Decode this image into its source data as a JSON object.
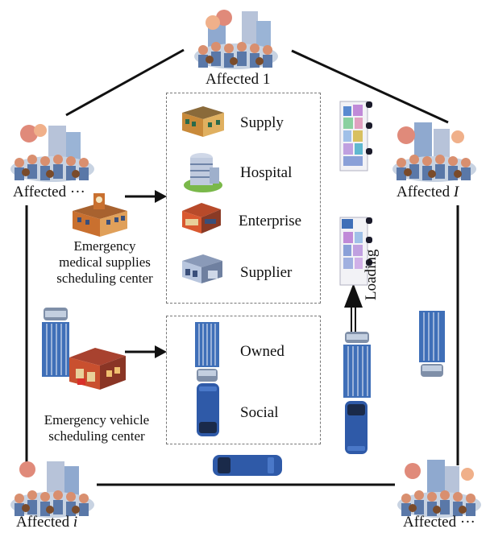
{
  "nodes": {
    "top": {
      "label": "Affected 1"
    },
    "left_upper": {
      "label": "Affected ···"
    },
    "right_upper": {
      "label_prefix": "Affected ",
      "label_italic": "I"
    },
    "bottom_left": {
      "label_prefix": "Affected ",
      "label_italic": "i"
    },
    "bottom_right": {
      "label": "Affected ···"
    }
  },
  "medical_center": {
    "label_lines": [
      "Emergency",
      "medical supplies",
      "scheduling center"
    ]
  },
  "vehicle_center": {
    "label_lines": [
      "Emergency vehicle",
      "scheduling center"
    ]
  },
  "supply_sources": [
    "Supply",
    "Hospital",
    "Enterprise",
    "Supplier"
  ],
  "vehicle_types": [
    "Owned",
    "Social"
  ],
  "loading_label": "Loading",
  "colors": {
    "truck_blue": "#3f6fb8",
    "building_orange": "#c9652a",
    "line": "#111111",
    "dashed_border": "#777777"
  }
}
